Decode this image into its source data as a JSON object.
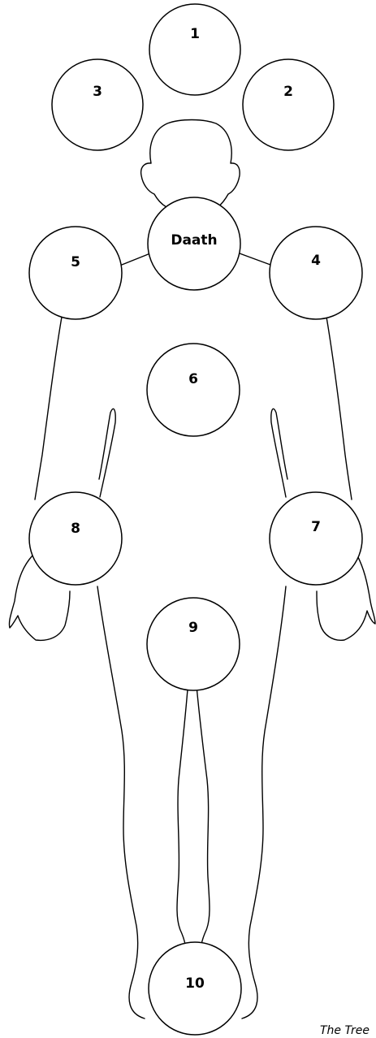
{
  "sephiroth": [
    {
      "label": "1"
    },
    {
      "label": "2"
    },
    {
      "label": "3"
    },
    {
      "label": "Daath"
    },
    {
      "label": "4"
    },
    {
      "label": "5"
    },
    {
      "label": "6"
    },
    {
      "label": "7"
    },
    {
      "label": "8"
    },
    {
      "label": "9"
    },
    {
      "label": "10"
    }
  ],
  "caption": "The Tree"
}
